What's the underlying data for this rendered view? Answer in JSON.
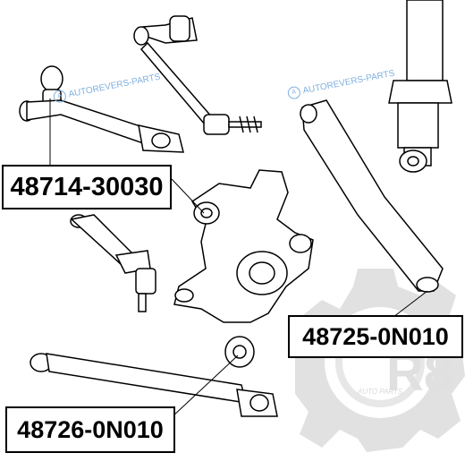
{
  "parts": [
    {
      "number": "48714-30030"
    },
    {
      "number": "48725-0N010"
    },
    {
      "number": "48726-0N010"
    }
  ],
  "watermarks": [
    {
      "text": "AUTOREVERS-PARTS"
    },
    {
      "text": "AUTOREVERS-PARTS"
    }
  ],
  "logo": {
    "text": "R8",
    "subtext": "AUTO PARTS",
    "color": "#cccccc"
  }
}
